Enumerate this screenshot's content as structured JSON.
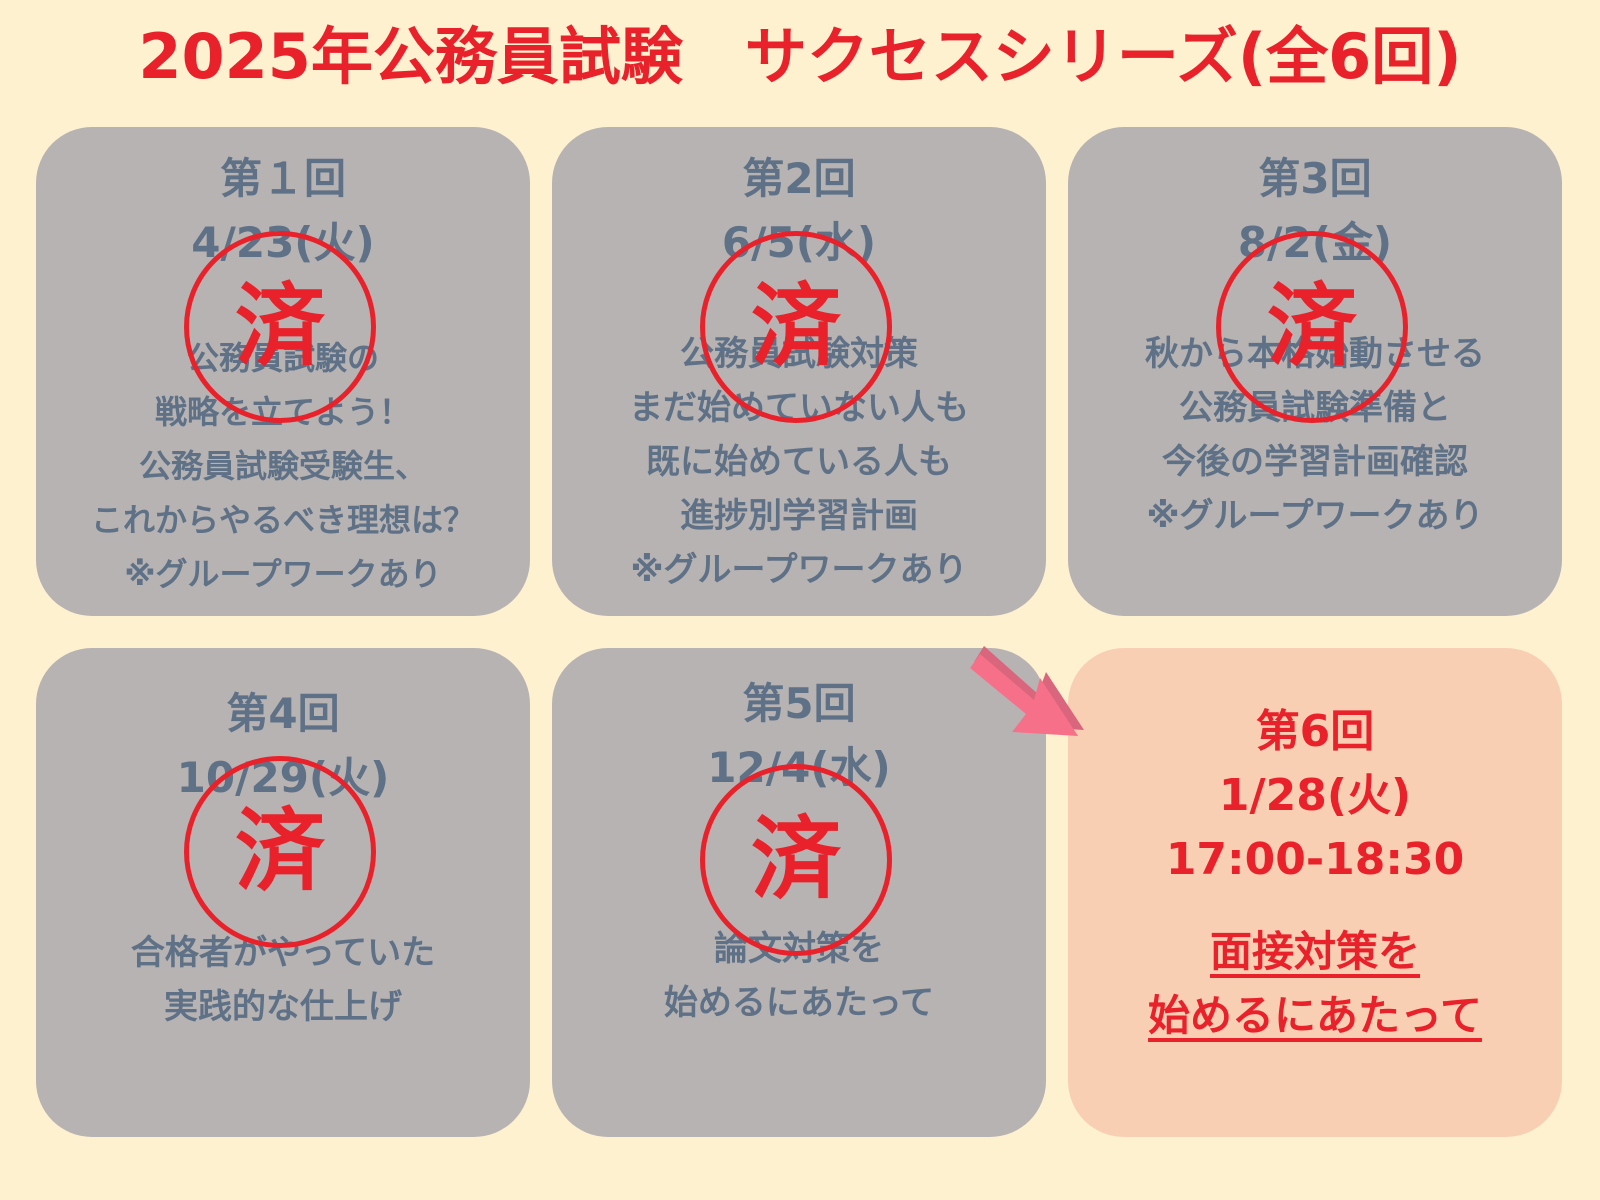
{
  "title": "2025年公務員試験　サクセスシリーズ(全6回)",
  "colors": {
    "background": "#fdf1cf",
    "card_done": "#b7b3b3",
    "card_current": "#f9cfb4",
    "text_done": "#5f7186",
    "accent_red": "#e8212a",
    "arrow_pink": "#f7708a"
  },
  "completed_stamp": "済",
  "sessions": [
    {
      "heading": "第１回\n4/23(火)",
      "description": "公務員試験の\n戦略を立てよう！\n公務員試験受験生、\nこれからやるべき理想は？\n※グループワークあり",
      "status": "済"
    },
    {
      "heading": "第2回\n6/5(水)",
      "description": "公務員試験対策\nまだ始めていない人も\n既に始めている人も\n進捗別学習計画\n※グループワークあり",
      "status": "済"
    },
    {
      "heading": "第3回\n8/2(金)",
      "description": "秋から本格始動させる\n公務員試験準備と\n今後の学習計画確認\n※グループワークあり",
      "status": "済"
    },
    {
      "heading": "第4回\n10/29(火)",
      "description": "合格者がやっていた\n実践的な仕上げ",
      "status": "済"
    },
    {
      "heading": "第5回\n12/4(水)",
      "description": "論文対策を\n始めるにあたって",
      "status": "済"
    },
    {
      "heading": "第6回\n1/28(火)\n17:00-18:30",
      "description": "面接対策を\n始めるにあたって",
      "status": ""
    }
  ],
  "icons": {
    "arrow": "arrow-down-right-icon",
    "stamp": "completed-stamp-icon"
  }
}
